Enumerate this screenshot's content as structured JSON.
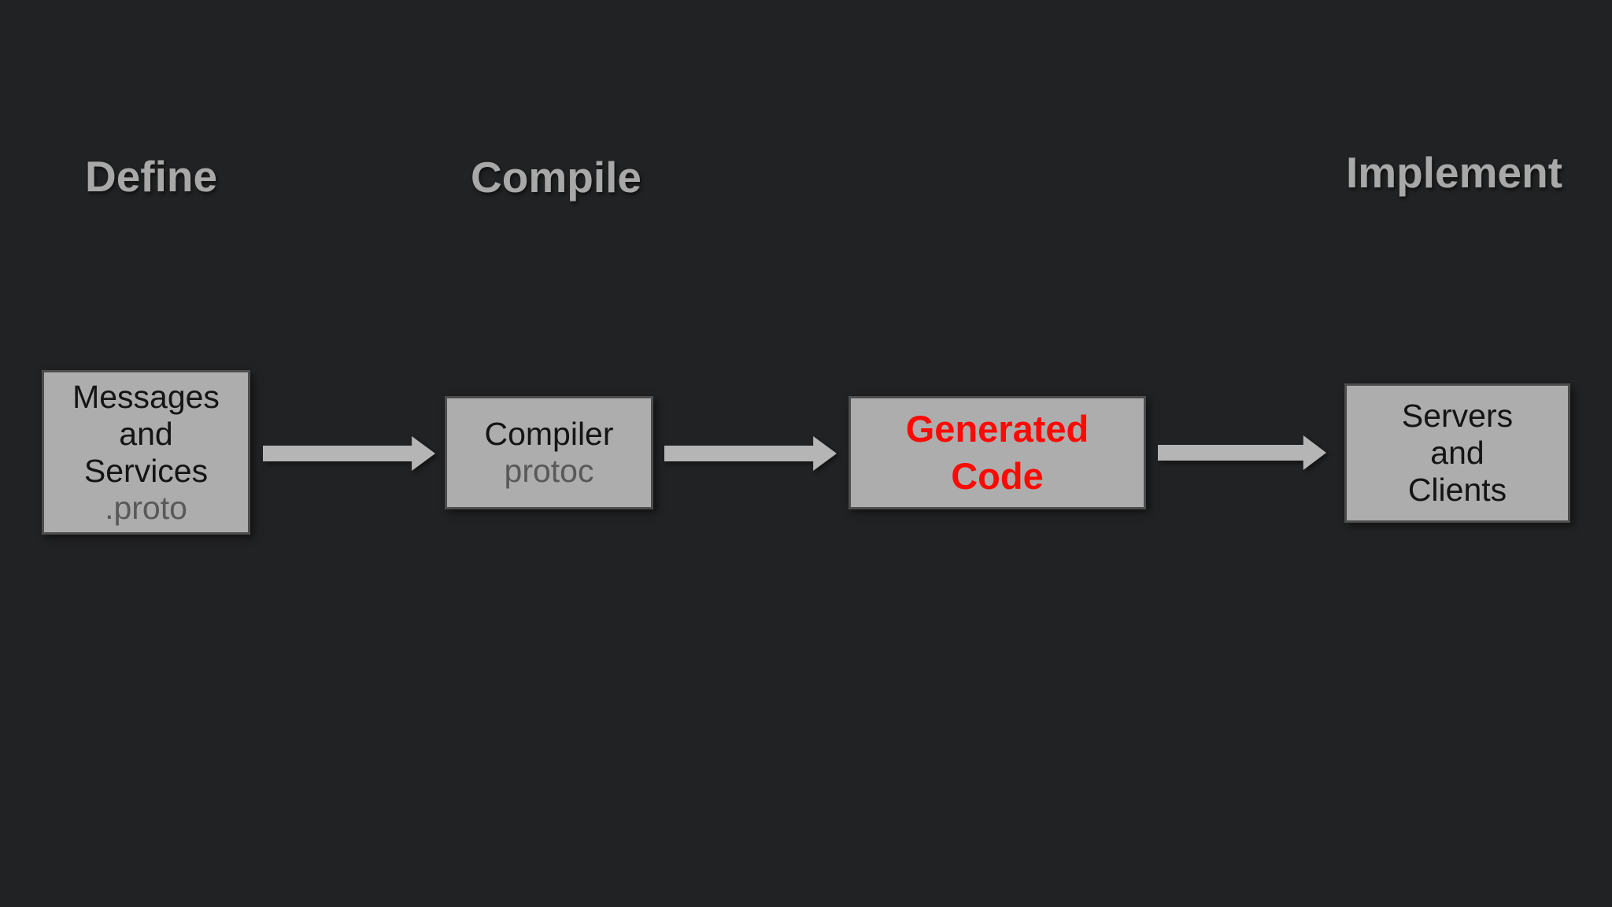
{
  "slide": {
    "stage_labels": [
      {
        "text": "Define"
      },
      {
        "text": "Compile"
      },
      {
        "text": "Implement"
      }
    ],
    "boxes": [
      {
        "title": "Messages\nand\nServices",
        "subtitle": ".proto"
      },
      {
        "title": "Compiler",
        "subtitle": "protoc"
      },
      {
        "title": "Generated\nCode"
      },
      {
        "title": "Servers\nand\nClients"
      }
    ],
    "arrows": [
      {
        "from": "messages-services",
        "to": "compiler"
      },
      {
        "from": "compiler",
        "to": "generated-code"
      },
      {
        "from": "generated-code",
        "to": "servers-clients"
      }
    ],
    "colors": {
      "bg": "#212223",
      "box_fill": "#adadad",
      "box_border": "#4d4d4d",
      "title_text": "#141414",
      "subtitle_text": "#595959",
      "emphasis_text": "#fb0a04",
      "stage_label": "#a8a8a8",
      "arrow": "#b5b5b5"
    }
  }
}
